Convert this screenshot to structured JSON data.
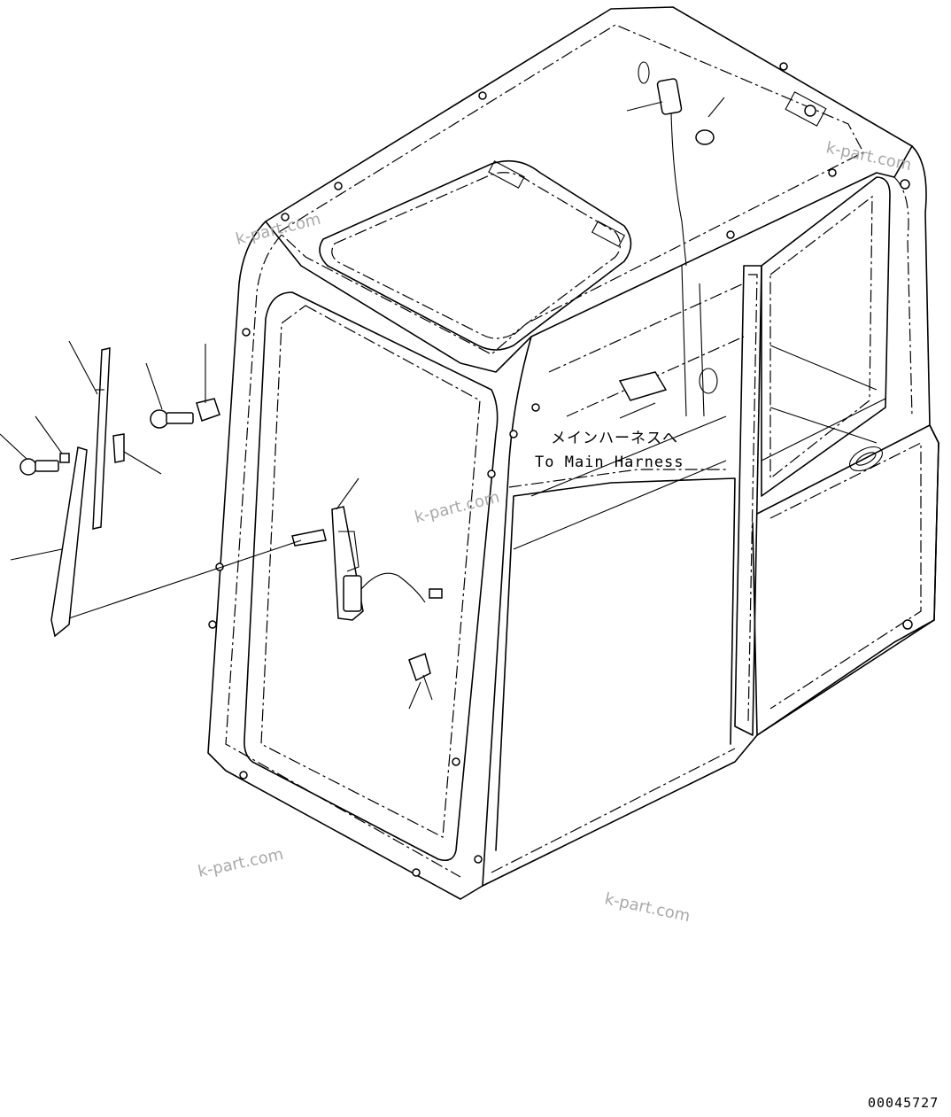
{
  "diagram": {
    "callout": {
      "japanese": "メインハーネスへ",
      "english": "To Main Harness"
    },
    "watermarks": [
      "k-part.com",
      "k-part.com",
      "k-part.com",
      "k-part.com",
      "k-part.com"
    ],
    "document_id": "00045727"
  }
}
